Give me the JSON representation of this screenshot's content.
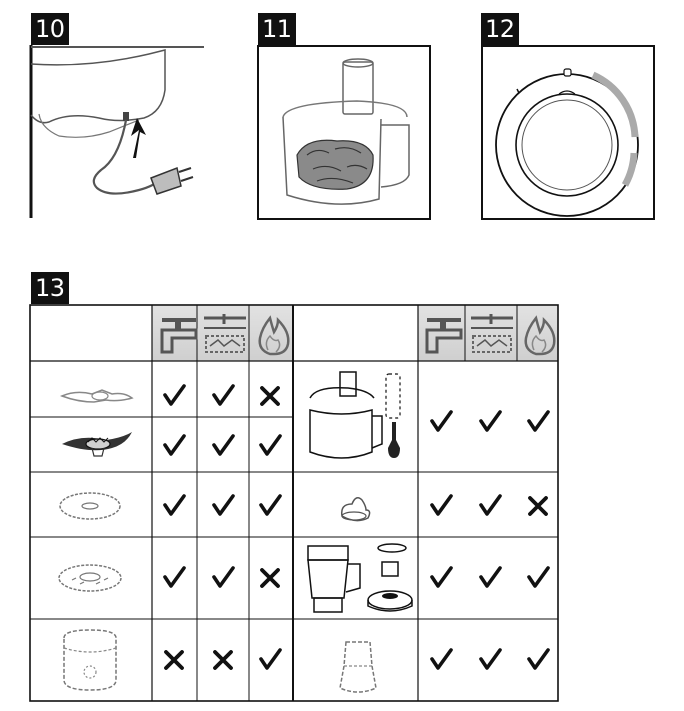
{
  "figures": [
    {
      "label": "10"
    },
    {
      "label": "11"
    },
    {
      "label": "12"
    },
    {
      "label": "13"
    }
  ],
  "legend_icons": {
    "columns": [
      "dishwasher-top-rack-icon",
      "dishwasher-bottom-rack-icon",
      "hand-wash-flame-icon"
    ],
    "colors": {
      "header_bg": "#dcdcdc",
      "grid": "#111111",
      "mark": "#111111"
    }
  },
  "cleaning_table": {
    "left": [
      {
        "accessory": "blade-knife-small",
        "marks": [
          "yes",
          "yes",
          "no"
        ]
      },
      {
        "accessory": "blade-knife-large",
        "marks": [
          "yes",
          "yes",
          "yes"
        ]
      },
      {
        "accessory": "slicing-disc",
        "marks": [
          "yes",
          "yes",
          "yes"
        ]
      },
      {
        "accessory": "grating-disc",
        "marks": [
          "yes",
          "yes",
          "no"
        ]
      },
      {
        "accessory": "processor-bowl",
        "marks": [
          "no",
          "no",
          "yes"
        ]
      }
    ],
    "right": [
      {
        "accessory": "bowl-lid-pusher-spatula",
        "marks": [
          "yes",
          "yes",
          "yes"
        ]
      },
      {
        "accessory": "emulsifying-disc",
        "marks": [
          "yes",
          "yes",
          "no"
        ]
      },
      {
        "accessory": "blender-jug-set",
        "marks": [
          "yes",
          "yes",
          "yes"
        ]
      },
      {
        "accessory": "mini-chopper-bowl",
        "marks": [
          "yes",
          "yes",
          "yes"
        ]
      }
    ]
  }
}
